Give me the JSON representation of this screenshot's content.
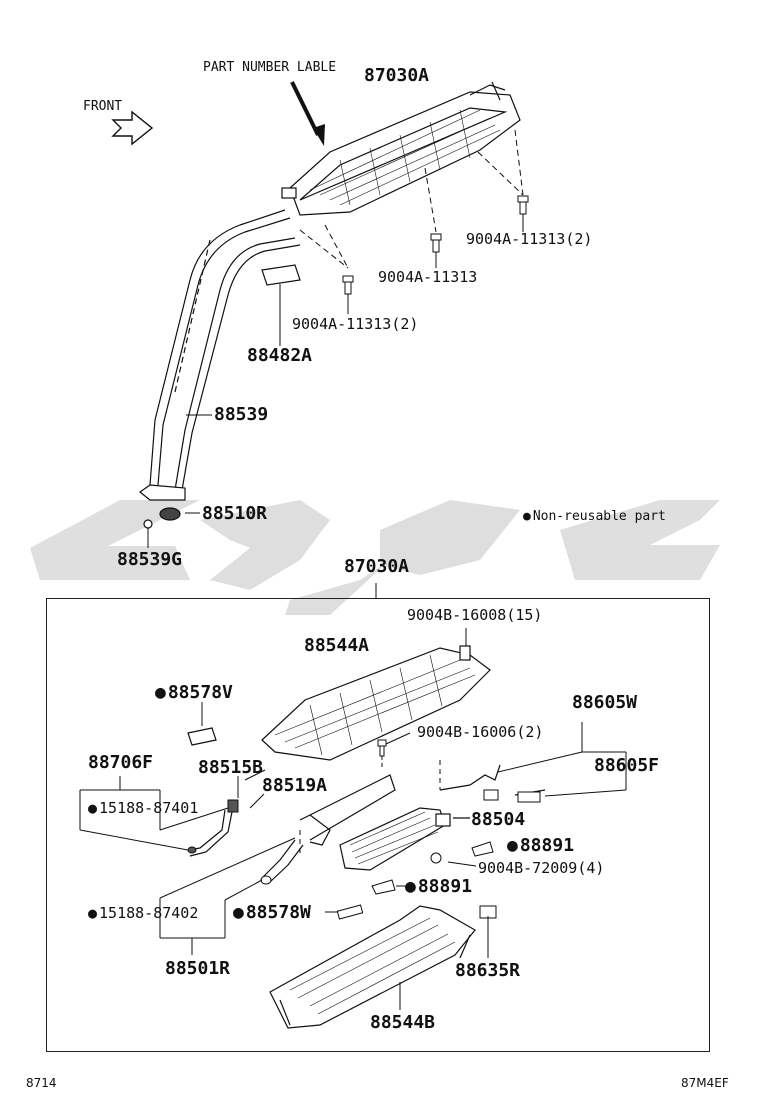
{
  "header": {
    "front_label": "FRONT",
    "part_number_label_note": "PART NUMBER LABLE"
  },
  "legend": {
    "non_reusable": "Non-reusable part"
  },
  "upper_assembly": {
    "main": "87030A",
    "bolt_right": "9004A-11313(2)",
    "bolt_mid": "9004A-11313",
    "bolt_left": "9004A-11313(2)",
    "pad": "88482A",
    "pipe": "88539",
    "bracket": "88510R",
    "grommet": "88539G"
  },
  "lower_assembly": {
    "main": "87030A",
    "screw_top": "9004B-16008(15)",
    "upper_case": "88544A",
    "pad_v": "88578V",
    "screw_mid": "9004B-16006(2)",
    "harness_w": "88605W",
    "harness_f": "88605F",
    "hose_group": "88706F",
    "oring_1": "15188-87401",
    "valve_b": "88515B",
    "tube_a": "88519A",
    "evaporator": "88504",
    "seal_1": "88891",
    "screw_low": "9004B-72009(4)",
    "seal_2": "88891",
    "oring_2": "15188-87402",
    "pad_w": "88578W",
    "tube_r": "88501R",
    "sensor": "88635R",
    "lower_case": "88544B"
  },
  "footer": {
    "page_code": "8714",
    "figure_code": "87M4EF"
  }
}
